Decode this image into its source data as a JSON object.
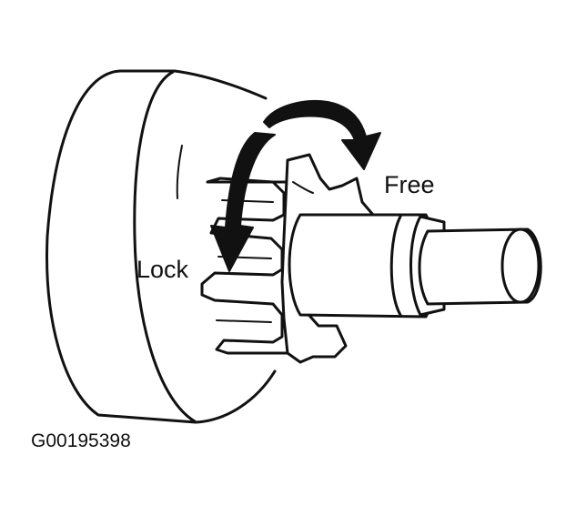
{
  "labels": {
    "free": "Free",
    "lock": "Lock",
    "figure_id": "G00195398"
  },
  "colors": {
    "ink": "#111111",
    "part_fill": "#ffffff",
    "background": "#ffffff"
  },
  "icons": {
    "free_arrow": "curved-arrow-clockwise-icon",
    "lock_arrow": "curved-arrow-down-icon"
  }
}
